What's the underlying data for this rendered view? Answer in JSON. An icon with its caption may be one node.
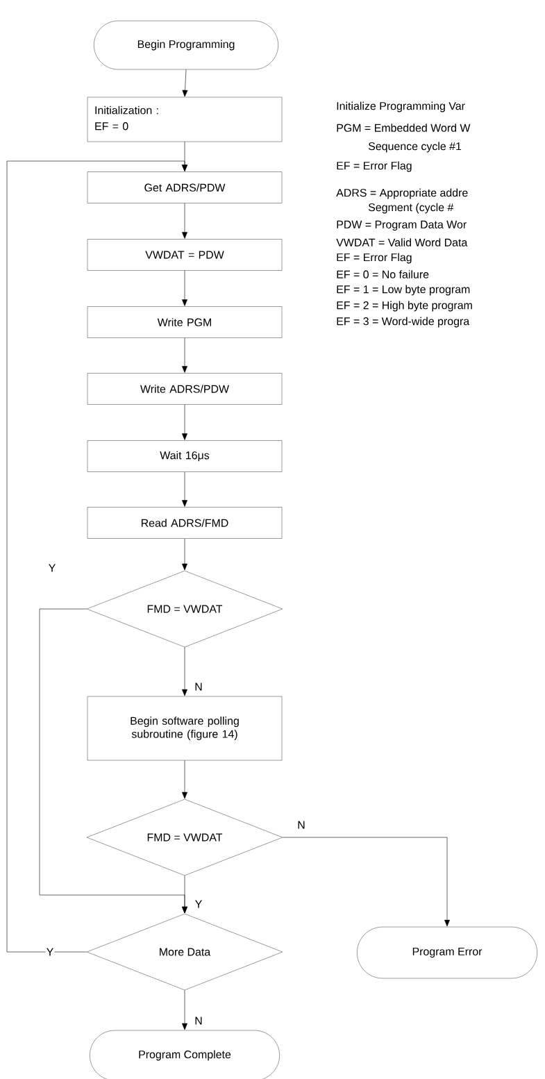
{
  "diagram": {
    "nodes": [
      {
        "text": [
          "Begin Programming"
        ]
      },
      {
        "text": [
          "Initialization :",
          "EF = 0"
        ]
      },
      {
        "text": [
          "Get ADRS/PDW"
        ]
      },
      {
        "text": [
          "VWDAT = PDW"
        ]
      },
      {
        "text": [
          "Write PGM"
        ]
      },
      {
        "text": [
          "Write ADRS/PDW"
        ]
      },
      {
        "text": [
          "Wait 16μs"
        ]
      },
      {
        "text": [
          "Read ADRS/FMD"
        ]
      },
      {
        "text": [
          "FMD = VWDAT"
        ]
      },
      {
        "text": [
          "Begin software polling subroutine (figure 14)"
        ]
      },
      {
        "text": [
          "FMD = VWDAT"
        ]
      },
      {
        "text": [
          "More Data"
        ]
      },
      {
        "text": [
          "Program Complete"
        ]
      },
      {
        "text": [
          "Program Error"
        ]
      }
    ],
    "edges": [
      {
        "from": 0,
        "to": 1,
        "arrow": "to"
      },
      {
        "from": 1,
        "to": 2,
        "arrow": "to"
      },
      {
        "from": 2,
        "to": 3,
        "arrow": "to"
      },
      {
        "from": 3,
        "to": 4,
        "arrow": "to"
      },
      {
        "from": 4,
        "to": 5,
        "arrow": "to"
      },
      {
        "from": 5,
        "to": 6,
        "arrow": "to"
      },
      {
        "from": 6,
        "to": 7,
        "arrow": "to"
      },
      {
        "from": 7,
        "to": 8,
        "arrow": "to"
      },
      {
        "from": 8,
        "to": 9,
        "arrow": "to",
        "label": "N"
      },
      {
        "from": 8,
        "to": 11,
        "arrow": "to",
        "label": "Y"
      },
      {
        "from": 9,
        "to": 10,
        "arrow": "to"
      },
      {
        "from": 10,
        "to": 11,
        "arrow": "to",
        "label": "Y"
      },
      {
        "from": 10,
        "to": 13,
        "arrow": "to",
        "label": "N"
      },
      {
        "from": 11,
        "to": 2,
        "arrow": "to",
        "label": "Y"
      },
      {
        "from": 11,
        "to": 12,
        "arrow": "to",
        "label": "N"
      }
    ],
    "labels": [
      "Initialize Programming Var",
      "PGM = Embedded Word W",
      "Sequence cycle #1",
      "EF = Error Flag",
      "ADRS = Appropriate addre",
      "Segment (cycle #",
      "PDW = Program Data Wor",
      "VWDAT = Valid Word Data",
      "EF = Error Flag",
      "EF = 0 = No failure",
      "EF = 1 = Low byte program",
      "EF = 2 = High byte program",
      "EF = 3 = Word-wide progra"
    ]
  }
}
